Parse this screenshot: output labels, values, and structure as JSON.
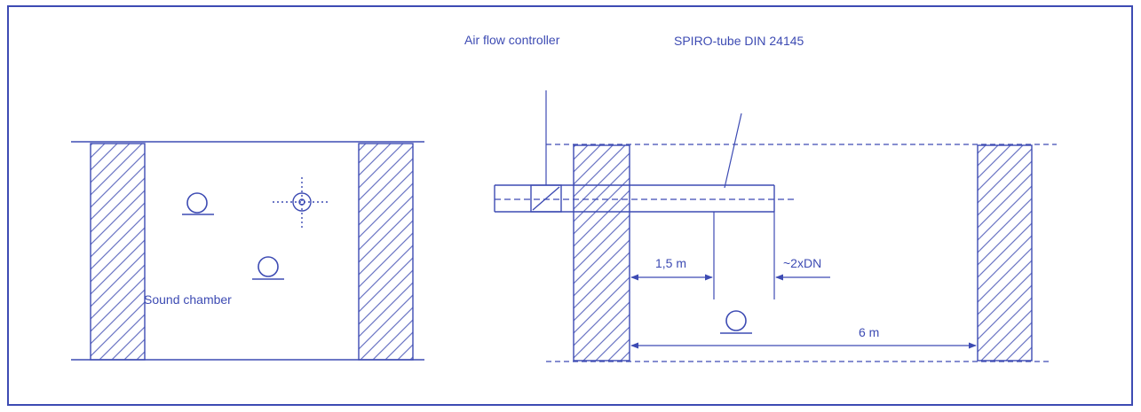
{
  "colors": {
    "ink": "#3d4bb3",
    "hatch": "#6a74c4",
    "background": "#ffffff"
  },
  "labels": {
    "sound_chamber": "Sound chamber",
    "air_flow_controller": "Air flow controller",
    "spiro_tube": "SPIRO-tube DIN 24145",
    "dim_1_5m": "1,5 m",
    "dim_2xdn": "~2xDN",
    "dim_6m": "6 m"
  },
  "icons": {
    "microphone": "microphone-symbol-icon",
    "sound_source": "sound-source-crosshair-icon"
  }
}
